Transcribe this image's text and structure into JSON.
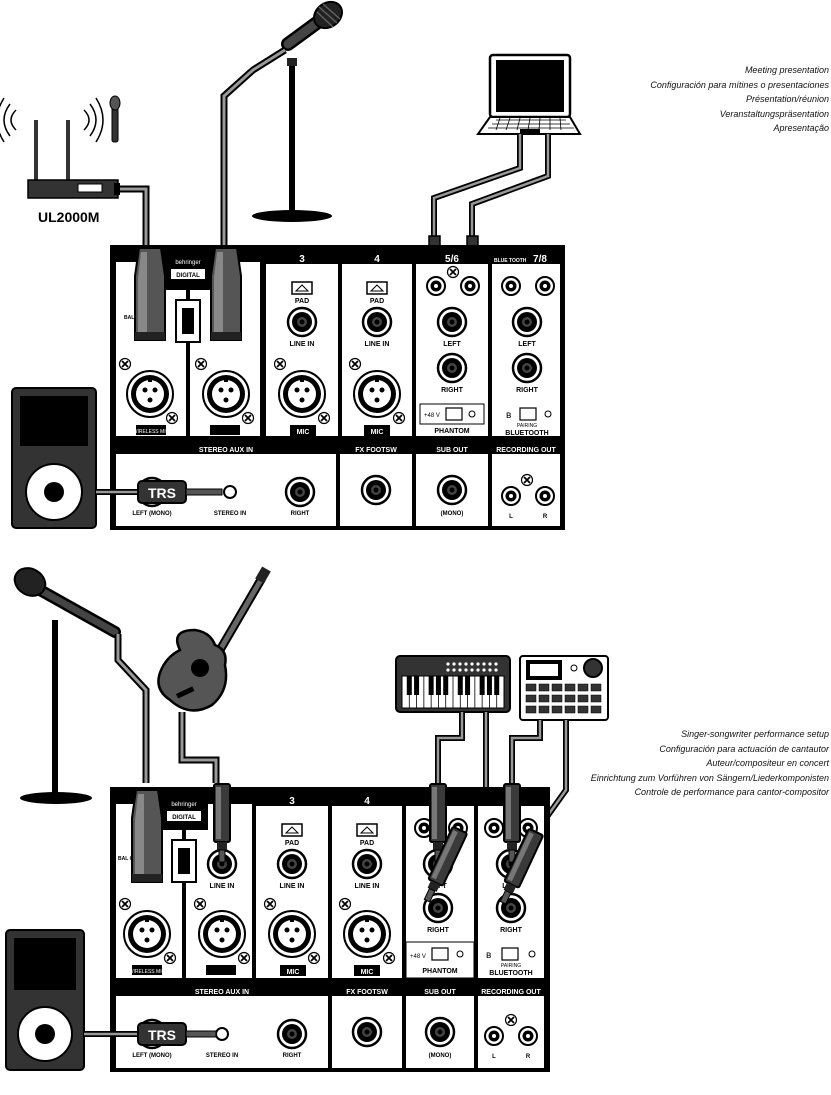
{
  "setup_top": {
    "captions": [
      "Meeting presentation",
      "Configuración para mítines o presentaciones",
      "Présentation/réunion",
      "Veranstaltungspräsentation",
      "Apresentação"
    ],
    "wireless_label": "UL2000M"
  },
  "setup_bottom": {
    "captions": [
      "Singer-songwriter performance setup",
      "Configuración para actuación de cantautor",
      "Auteur/compositeur en concert",
      "Einrichtung zum Vorführen von Sängern/Liederkomponisten",
      "Controle de performance para cantor-compositor"
    ]
  },
  "mixer": {
    "brand": "behringer",
    "digital": "DIGITAL",
    "ch3": "3",
    "ch4": "4",
    "ch56": "5/6",
    "ch78": "7/8",
    "blue_tooth": "BLUE TOOTH",
    "pad": "PAD",
    "line_in": "LINE IN",
    "bal_unbal": "BAL OR UNBAL",
    "mic": "MIC",
    "wireless_mic": "WIRELESS MIC",
    "left": "LEFT",
    "right": "RIGHT",
    "l": "L",
    "r": "R",
    "phantom_voltage": "+48 V",
    "phantom": "PHANTOM",
    "pairing": "PAIRING",
    "bluetooth": "BLUETOOTH",
    "stereo_aux_in": "STEREO AUX IN",
    "fx_footsw": "FX FOOTSW",
    "sub_out": "SUB OUT",
    "recording_out": "RECORDING OUT",
    "trs": "TRS",
    "left_mono": "LEFT (MONO)",
    "stereo_in": "STEREO IN",
    "mono": "(MONO)"
  }
}
